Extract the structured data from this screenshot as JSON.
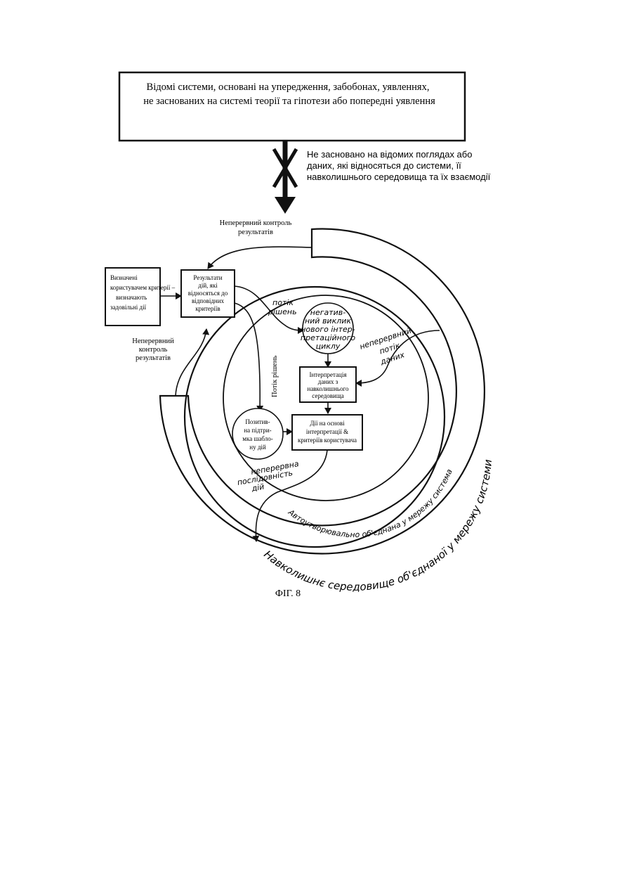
{
  "top_box": {
    "line1": "Відомі системи, основані на упередження, забобонах, уявленнях,",
    "line2": "не заснованих на системі теорії та гіпотези або попередні уявлення"
  },
  "blocked_note": {
    "line1": "Не засновано на відомих поглядах або",
    "line2": "даних, які відносяться до системи, її",
    "line3": "навколишнього середовища та їх взаємодії"
  },
  "monitor_top": {
    "line1": "Неперервний контроль",
    "line2": "результатів"
  },
  "monitor_left": {
    "line1": "Неперервний",
    "line2": "контроль",
    "line3": "результатів"
  },
  "criteria_box": {
    "line1": "Визначені",
    "line2": "користувачем критерії –",
    "line3": "визначають",
    "line4": "задовільні дії"
  },
  "results_box": {
    "line1": "Результати",
    "line2": "дій, які",
    "line3": "відносяться до",
    "line4": "відповідних",
    "line5": "критеріїв"
  },
  "negative_circle": {
    "line1": "негатив-",
    "line2": "ний виклик",
    "line3": "нового інтер-",
    "line4": "претаційного",
    "line5": "циклу"
  },
  "interpretation_box": {
    "line1": "Інтерпретація",
    "line2": "даних з",
    "line3": "навколишнього",
    "line4": "середовища"
  },
  "positive_circle": {
    "line1": "Позитив-",
    "line2": "на підтри-",
    "line3": "мка шабло-",
    "line4": "ну дій"
  },
  "action_box": {
    "line1": "Дії на основі",
    "line2": "інтерпретації &",
    "line3": "критеріїв користувача"
  },
  "labels": {
    "decision_flow_hand": [
      "потік",
      "рішень"
    ],
    "decision_flow_vertical": "Потік рішень",
    "data_flow": [
      "неперервний",
      "потік",
      "даних"
    ],
    "action_sequence": [
      "неперервна",
      "послідовність",
      "дій"
    ],
    "inner_ring": "Автоутворювально об'єднана у мережу система",
    "outer_ring": "Навколишнє середовище об'єднаної у мережу системи"
  },
  "caption": "ФІГ. 8"
}
